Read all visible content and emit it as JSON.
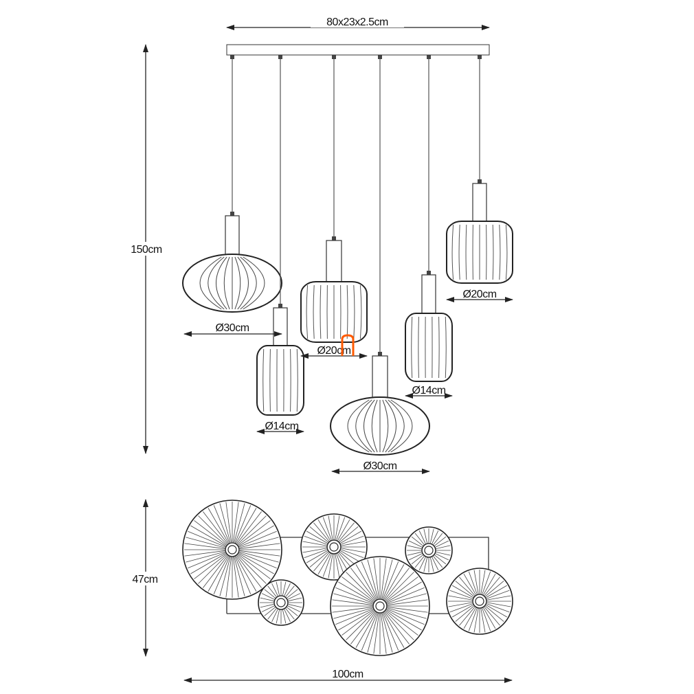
{
  "drawing": {
    "canopy_dimensions": "80x23x2.5cm",
    "total_height": "150cm",
    "top_view_depth": "47cm",
    "top_view_width": "100cm",
    "shades": [
      {
        "id": "oval-left",
        "diameter_label": "Ø30cm"
      },
      {
        "id": "cylinder-left",
        "diameter_label": "Ø14cm"
      },
      {
        "id": "round-middle",
        "diameter_label": "Ø20cm"
      },
      {
        "id": "oval-bottom",
        "diameter_label": "Ø30cm"
      },
      {
        "id": "cylinder-right",
        "diameter_label": "Ø14cm"
      },
      {
        "id": "round-right",
        "diameter_label": "Ø20cm"
      }
    ],
    "annotation_color": "#ff5a00",
    "line_color": "#222222"
  }
}
